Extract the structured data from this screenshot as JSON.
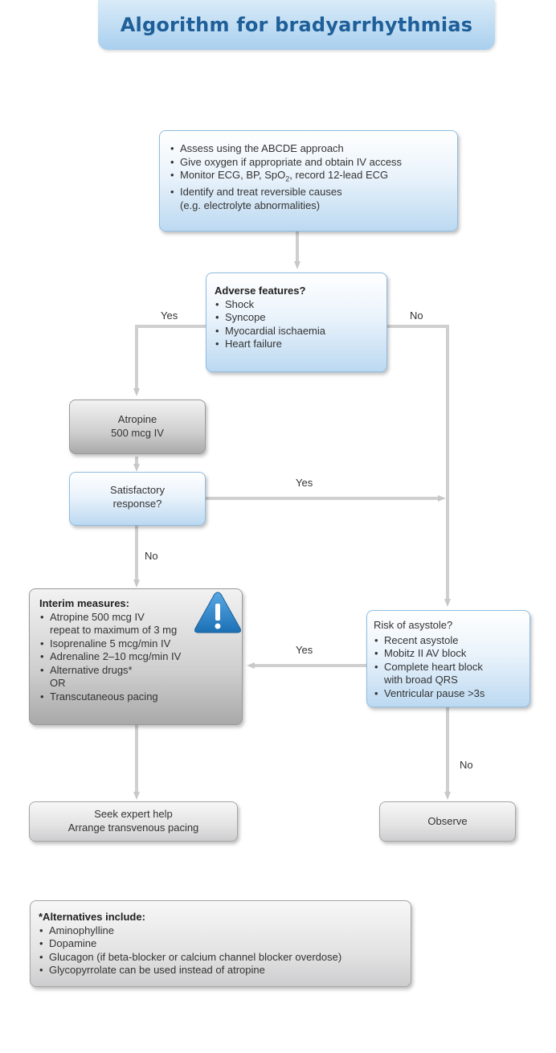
{
  "title": "Algorithm for bradyarrhythmias",
  "assess": {
    "items": [
      "Assess using the ABCDE approach",
      "Give oxygen if appropriate and obtain IV access",
      "Monitor ECG, BP, SpO",
      "Identify and treat reversible causes"
    ],
    "monitor_sub": "2",
    "monitor_tail": ", record 12-lead ECG",
    "identify_cont": "(e.g. electrolyte abnormalities)"
  },
  "adverse": {
    "heading": "Adverse features?",
    "items": [
      "Shock",
      "Syncope",
      "Myocardial ischaemia",
      "Heart failure"
    ]
  },
  "atropine": {
    "line1": "Atropine",
    "line2": "500 mcg IV"
  },
  "satisfactory": {
    "line1": "Satisfactory",
    "line2": "response?"
  },
  "interim": {
    "heading": "Interim measures:",
    "items": [
      "Atropine 500 mcg IV",
      "Isoprenaline 5 mcg/min IV",
      "Adrenaline 2–10 mcg/min IV",
      "Alternative drugs*",
      "Transcutaneous pacing"
    ],
    "atropine_cont": "repeat to maximum of 3 mg",
    "or": "OR"
  },
  "risk": {
    "heading": "Risk of asystole?",
    "items": [
      "Recent asystole",
      "Mobitz II AV block",
      "Complete heart block",
      "Ventricular pause >3s"
    ],
    "complete_cont": "with broad QRS"
  },
  "seek": {
    "line1": "Seek expert help",
    "line2": "Arrange transvenous pacing"
  },
  "observe": "Observe",
  "labels": {
    "yes_adverse": "Yes",
    "no_adverse": "No",
    "yes_satisfactory": "Yes",
    "no_satisfactory": "No",
    "yes_risk": "Yes",
    "no_risk": "No"
  },
  "alternatives": {
    "heading": "*Alternatives include:",
    "items": [
      "Aminophylline",
      "Dopamine",
      "Glucagon (if beta-blocker or calcium channel blocker overdose)",
      "Glycopyrrolate can be used instead of atropine"
    ]
  },
  "colors": {
    "title_text": "#1f5f99",
    "blue_box_border": "#8fbde3",
    "grey_box_border": "#9a9a9a",
    "connector": "#c8c8c8",
    "warning": "#2b86c8"
  },
  "icons": [
    "warning-icon"
  ]
}
